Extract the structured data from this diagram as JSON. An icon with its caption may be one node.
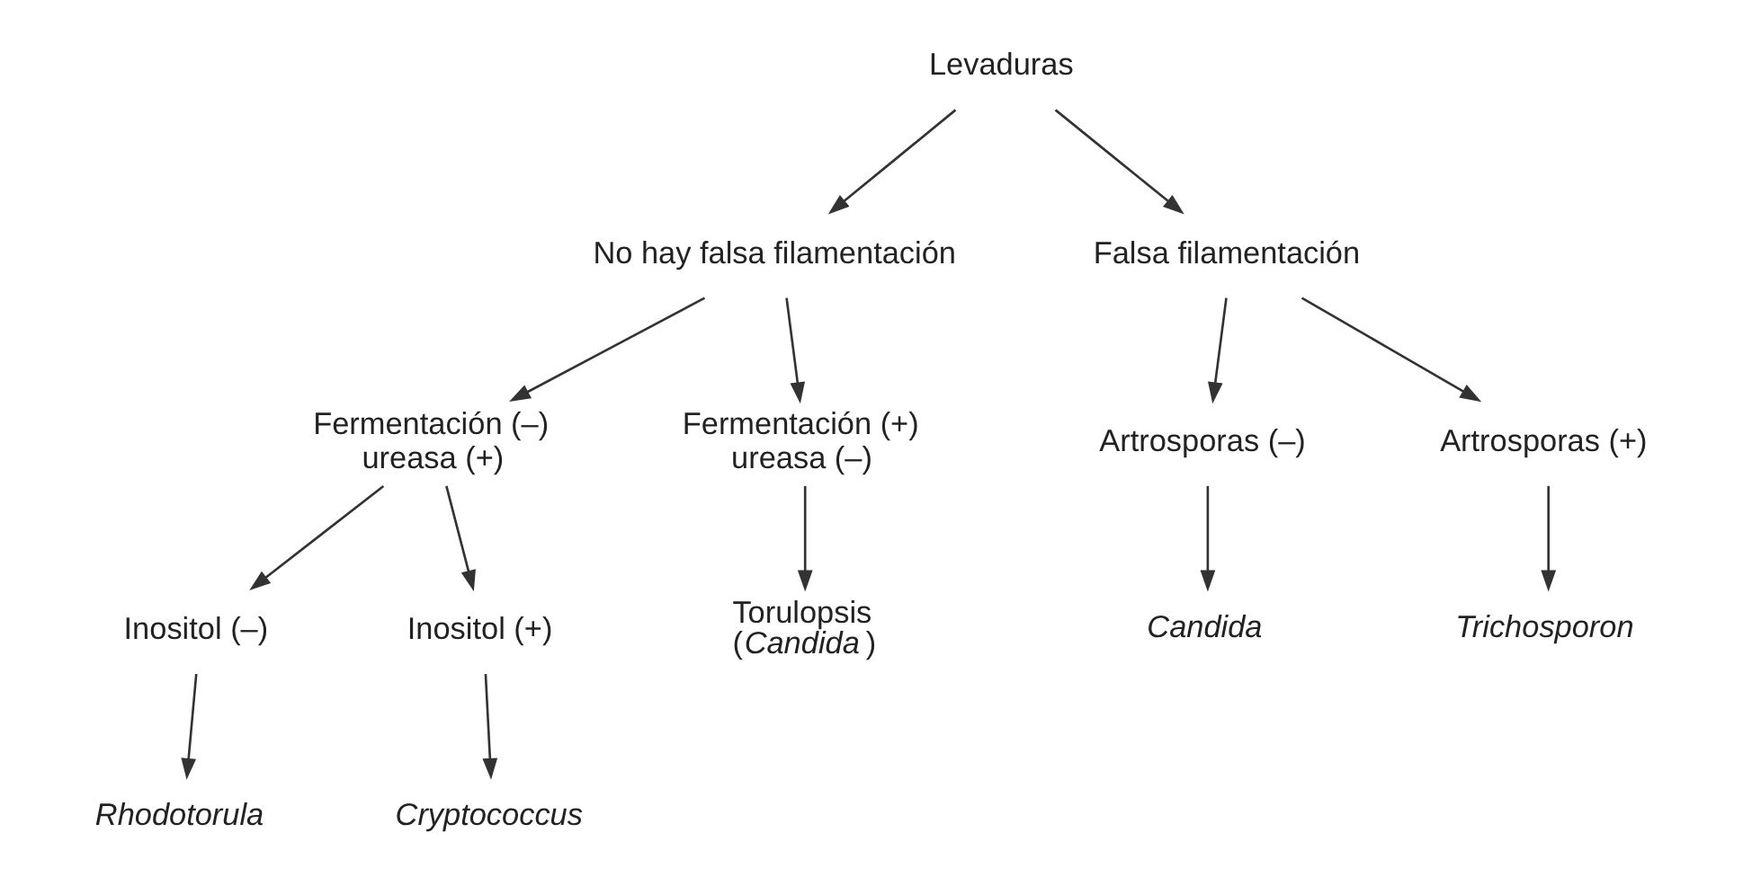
{
  "diagram": {
    "nodes": [
      {
        "text": [
          "Levaduras"
        ]
      },
      {
        "text": [
          "No hay falsa filamentación"
        ]
      },
      {
        "text": [
          "Falsa filamentación"
        ]
      },
      {
        "text": [
          "Fermentación (–) ureasa (+)"
        ]
      },
      {
        "text": [
          "Fermentación (+) ureasa (–)"
        ]
      },
      {
        "text": [
          "Artrosporas (–)"
        ]
      },
      {
        "text": [
          "Artrosporas (+)"
        ]
      },
      {
        "text": [
          "Inositol (–)"
        ]
      },
      {
        "text": [
          "Inositol (+)"
        ]
      },
      {
        "text": [
          "Torulopsis (*Candida*)"
        ]
      },
      {
        "text": [
          "Candida"
        ]
      },
      {
        "text": [
          "Trichosporon"
        ]
      },
      {
        "text": [
          "Rhodotorula"
        ]
      },
      {
        "text": [
          "Cryptococcus"
        ]
      }
    ],
    "edges": [
      {
        "from": 0,
        "to": 1,
        "arrow": "to"
      },
      {
        "from": 0,
        "to": 2,
        "arrow": "to"
      },
      {
        "from": 1,
        "to": 3,
        "arrow": "to"
      },
      {
        "from": 1,
        "to": 4,
        "arrow": "to"
      },
      {
        "from": 2,
        "to": 5,
        "arrow": "to"
      },
      {
        "from": 2,
        "to": 6,
        "arrow": "to"
      },
      {
        "from": 3,
        "to": 7,
        "arrow": "to"
      },
      {
        "from": 3,
        "to": 8,
        "arrow": "to"
      },
      {
        "from": 4,
        "to": 9,
        "arrow": "to"
      },
      {
        "from": 5,
        "to": 10,
        "arrow": "to"
      },
      {
        "from": 6,
        "to": 11,
        "arrow": "to"
      },
      {
        "from": 7,
        "to": 12,
        "arrow": "to"
      },
      {
        "from": 8,
        "to": 13,
        "arrow": "to"
      }
    ]
  }
}
